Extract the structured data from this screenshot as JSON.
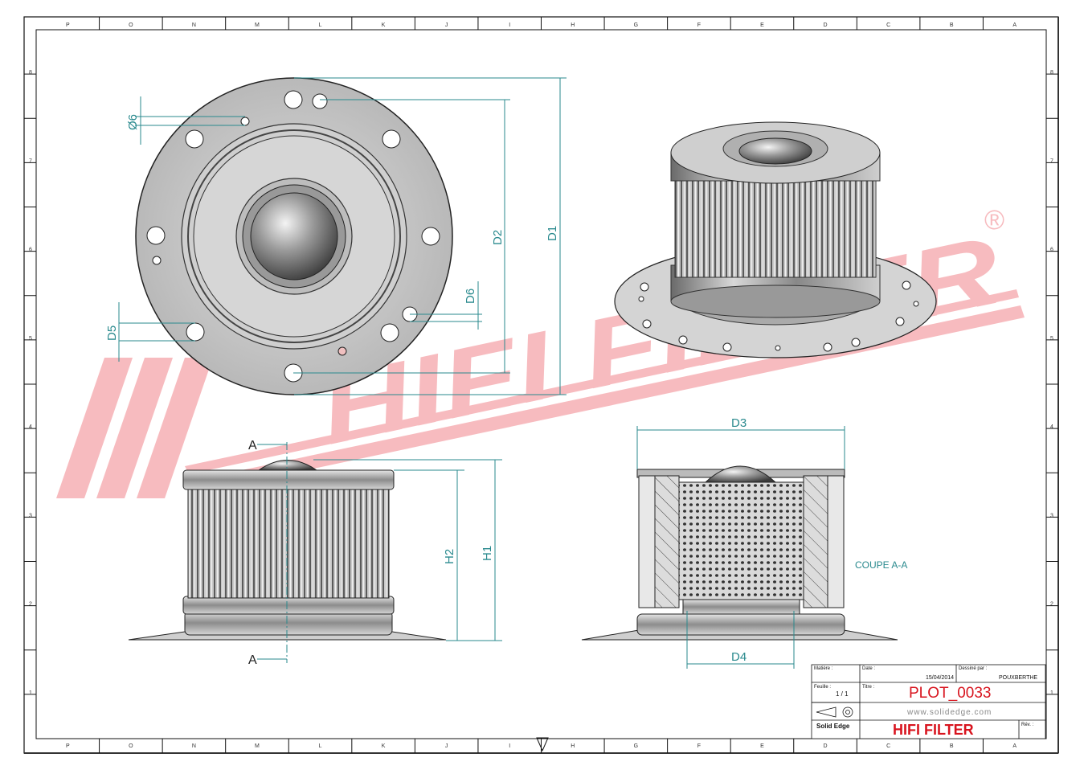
{
  "drawing": {
    "section_label": "COUPE A-A",
    "section_marker": "A",
    "watermark": "HIFI FILTER",
    "watermark_reg": "®",
    "dimensions": {
      "d1": "D1",
      "d2": "D2",
      "d3": "D3",
      "d4": "D4",
      "d5": "D5",
      "d6": "D6",
      "h1": "H1",
      "h2": "H2",
      "phi6": "Ø6"
    }
  },
  "border": {
    "top_zones": [
      "P",
      "O",
      "N",
      "M",
      "L",
      "K",
      "J",
      "I",
      "H",
      "G",
      "F",
      "E",
      "D",
      "C",
      "B",
      "A"
    ],
    "bottom_zones": [
      "P",
      "O",
      "N",
      "M",
      "L",
      "K",
      "J",
      "I",
      "H",
      "G",
      "F",
      "E",
      "D",
      "C",
      "B",
      "A"
    ],
    "left_zones": [
      "8",
      "7",
      "6",
      "5",
      "4",
      "3",
      "2",
      "1"
    ],
    "right_zones": [
      "8",
      "7",
      "6",
      "5",
      "4",
      "3",
      "2",
      "1"
    ]
  },
  "title_block": {
    "matiere_label": "Matière :",
    "date_label": "Date :",
    "date_value": "15/04/2014",
    "dessine_label": "Dessiné par :",
    "dessine_value": "POUXBERTHE",
    "feuille_label": "Feuille :",
    "feuille_value": "1 / 1",
    "titre_label": "Titre :",
    "titre_value": "PLOT_0033",
    "website": "www.solidedge.com",
    "software": "Solid Edge",
    "company": "HIFI FILTER",
    "rev_label": "Rév. :"
  },
  "colors": {
    "dimension": "#2a8a8e",
    "watermark": "#e8303a",
    "title_red": "#d8141e"
  }
}
